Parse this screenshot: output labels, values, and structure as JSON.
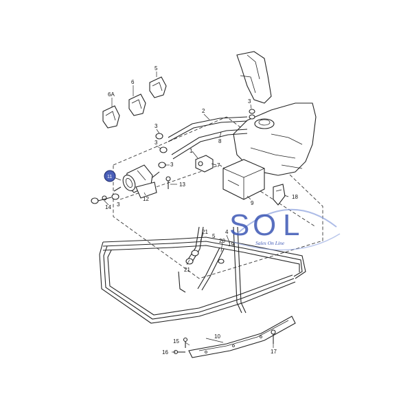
{
  "diagram": {
    "highlighted_part": "11",
    "part_labels": [
      "1",
      "2",
      "3",
      "3",
      "3",
      "3",
      "3",
      "4",
      "5",
      "5",
      "6",
      "6A",
      "7",
      "8",
      "9",
      "10",
      "11",
      "12",
      "13",
      "14",
      "15",
      "16",
      "17",
      "18",
      "19",
      "20",
      "21",
      "21"
    ]
  },
  "watermark": {
    "letters": [
      "S",
      "O",
      "L"
    ],
    "tagline": "Sales On Line",
    "color": "#3b56b5"
  },
  "colors": {
    "highlight": "#4a5fb8",
    "line": "#222222"
  }
}
